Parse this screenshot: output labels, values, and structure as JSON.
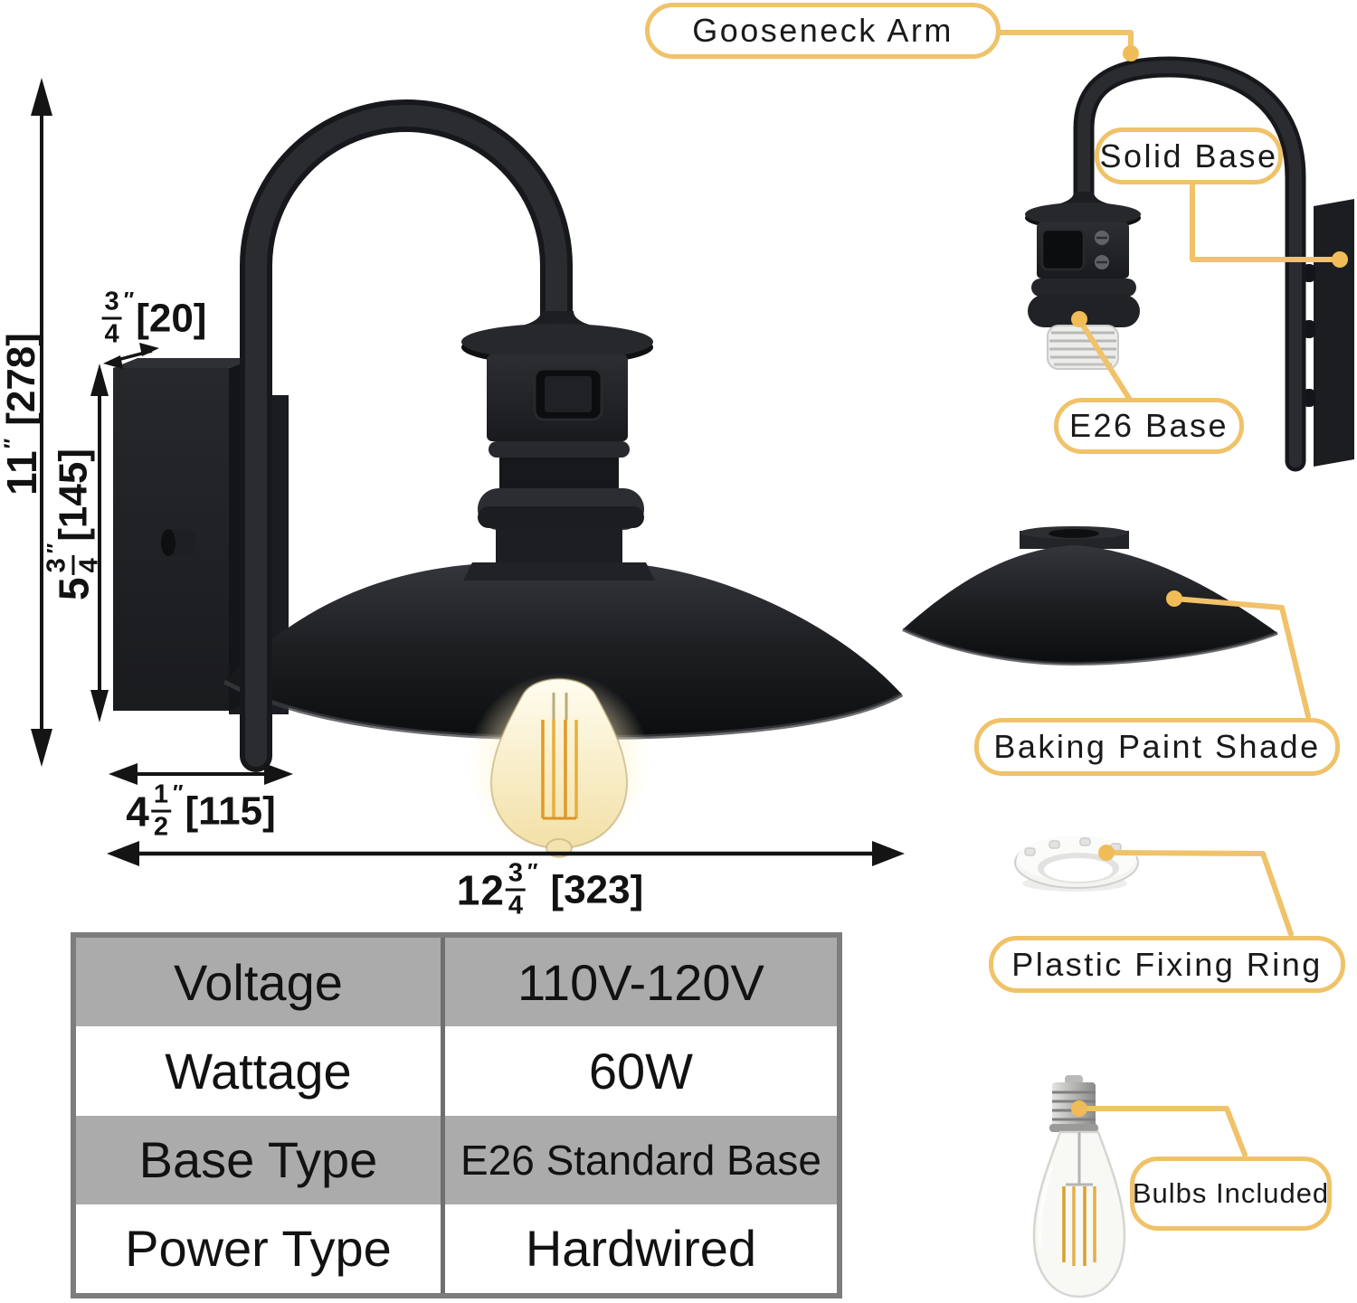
{
  "callouts": {
    "gooseneck_arm": "Gooseneck Arm",
    "solid_base": "Solid Base",
    "e26_base": "E26 Base",
    "baking_paint_shade": "Baking Paint Shade",
    "plastic_fixing_ring": "Plastic Fixing Ring",
    "bulbs_included": "Bulbs Included"
  },
  "dimensions": {
    "height": {
      "whole": "11",
      "prime": "″",
      "bracket": "[278]"
    },
    "plate_depth": {
      "numerator": "3",
      "denominator": "4",
      "prime": "″",
      "bracket": "[20]"
    },
    "plate_height": {
      "whole": "5",
      "numerator": "3",
      "denominator": "4",
      "prime": "″",
      "bracket": "[145]"
    },
    "plate_width": {
      "whole": "4",
      "numerator": "1",
      "denominator": "2",
      "prime": "″",
      "bracket": "[115]"
    },
    "total_width": {
      "whole": "12",
      "numerator": "3",
      "denominator": "4",
      "prime": "″",
      "bracket": "[323]"
    }
  },
  "spec_table": {
    "rows": [
      {
        "label": "Voltage",
        "value": "110V-120V"
      },
      {
        "label": "Wattage",
        "value": "60W"
      },
      {
        "label": "Base Type",
        "value": "E26 Standard Base"
      },
      {
        "label": "Power Type",
        "value": "Hardwired"
      }
    ]
  },
  "colors": {
    "accent_gold": "#F0C269",
    "fixture_black": "#1F2023",
    "table_row_gray": "#ABABAB",
    "table_border_gray": "#7D7D7D",
    "bulb_warm": "#F6E7B5",
    "filament_amber": "#D9A132"
  }
}
